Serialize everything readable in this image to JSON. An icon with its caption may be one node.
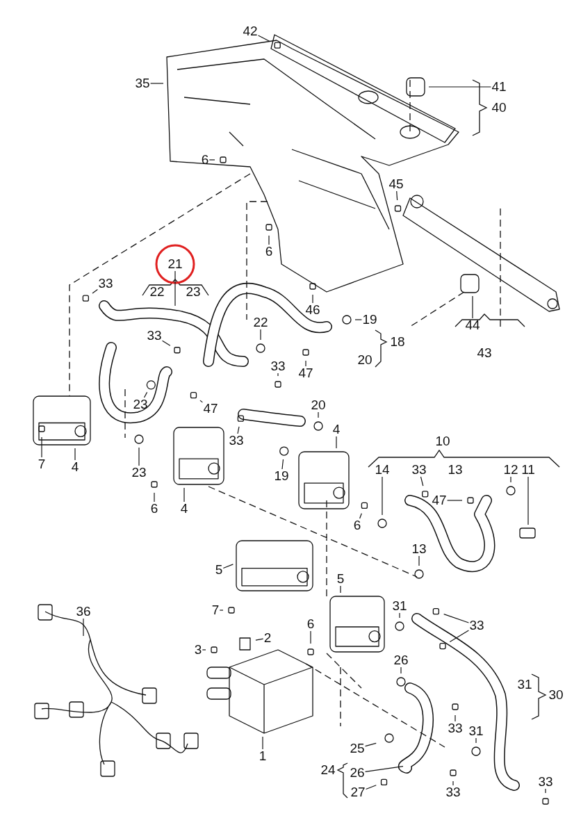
{
  "diagram": {
    "nodes": [
      {
        "text": [
          "42"
        ]
      },
      {
        "text": [
          "35"
        ]
      },
      {
        "text": [
          "41"
        ]
      },
      {
        "text": [
          "6"
        ]
      },
      {
        "text": [
          "45"
        ]
      },
      {
        "text": [
          "6"
        ]
      },
      {
        "text": [
          "21"
        ]
      },
      {
        "text": [
          "33"
        ]
      },
      {
        "text": [
          "46"
        ]
      },
      {
        "text": [
          "19"
        ]
      },
      {
        "text": [
          "22"
        ]
      },
      {
        "text": [
          "33"
        ]
      },
      {
        "text": [
          "47"
        ]
      },
      {
        "text": [
          "44"
        ]
      },
      {
        "text": [
          "33"
        ]
      },
      {
        "text": [
          "23"
        ]
      },
      {
        "text": [
          "47"
        ]
      },
      {
        "text": [
          "20"
        ]
      },
      {
        "text": [
          "33"
        ]
      },
      {
        "text": [
          "7"
        ]
      },
      {
        "text": [
          "4"
        ]
      },
      {
        "text": [
          "23"
        ]
      },
      {
        "text": [
          "19"
        ]
      },
      {
        "text": [
          "4"
        ]
      },
      {
        "text": [
          "33"
        ]
      },
      {
        "text": [
          "6"
        ]
      },
      {
        "text": [
          "4"
        ]
      },
      {
        "text": [
          "14"
        ]
      },
      {
        "text": [
          "12"
        ]
      },
      {
        "text": [
          "11"
        ]
      },
      {
        "text": [
          "47"
        ]
      },
      {
        "text": [
          "6"
        ]
      },
      {
        "text": [
          "13"
        ]
      },
      {
        "text": [
          "5"
        ]
      },
      {
        "text": [
          "36"
        ]
      },
      {
        "text": [
          "5"
        ]
      },
      {
        "text": [
          "31"
        ]
      },
      {
        "text": [
          "7"
        ]
      },
      {
        "text": [
          "33"
        ]
      },
      {
        "text": [
          "6"
        ]
      },
      {
        "text": [
          "2"
        ]
      },
      {
        "text": [
          "3"
        ]
      },
      {
        "text": [
          "26"
        ]
      },
      {
        "text": [
          "33"
        ]
      },
      {
        "text": [
          "31"
        ]
      },
      {
        "text": [
          "25"
        ]
      },
      {
        "text": [
          "1"
        ]
      },
      {
        "text": [
          "26"
        ]
      },
      {
        "text": [
          "27"
        ]
      },
      {
        "text": [
          "33"
        ]
      },
      {
        "text": [
          "33"
        ]
      }
    ],
    "edges": [
      {
        "from": 0,
        "to": null,
        "arrow": "none"
      },
      {
        "from": 1,
        "to": null,
        "arrow": "none"
      },
      {
        "from": 2,
        "to": null,
        "arrow": "none"
      },
      {
        "from": 3,
        "to": null,
        "arrow": "none"
      },
      {
        "from": 4,
        "to": null,
        "arrow": "none"
      },
      {
        "from": 5,
        "to": null,
        "arrow": "none"
      },
      {
        "from": 6,
        "to": null,
        "arrow": "none"
      },
      {
        "from": 7,
        "to": null,
        "arrow": "none"
      },
      {
        "from": 8,
        "to": null,
        "arrow": "none"
      },
      {
        "from": 9,
        "to": null,
        "arrow": "none"
      },
      {
        "from": 10,
        "to": null,
        "arrow": "none"
      },
      {
        "from": 11,
        "to": null,
        "arrow": "none"
      },
      {
        "from": 12,
        "to": null,
        "arrow": "none"
      },
      {
        "from": 13,
        "to": null,
        "arrow": "none"
      },
      {
        "from": 14,
        "to": null,
        "arrow": "none"
      },
      {
        "from": 15,
        "to": null,
        "arrow": "none"
      },
      {
        "from": 16,
        "to": null,
        "arrow": "none"
      },
      {
        "from": 17,
        "to": null,
        "arrow": "none"
      },
      {
        "from": 18,
        "to": null,
        "arrow": "none"
      },
      {
        "from": 19,
        "to": null,
        "arrow": "none"
      },
      {
        "from": 20,
        "to": null,
        "arrow": "none"
      },
      {
        "from": 21,
        "to": null,
        "arrow": "none"
      },
      {
        "from": 22,
        "to": null,
        "arrow": "none"
      },
      {
        "from": 23,
        "to": null,
        "arrow": "none"
      },
      {
        "from": 24,
        "to": null,
        "arrow": "none"
      },
      {
        "from": 25,
        "to": null,
        "arrow": "none"
      },
      {
        "from": 26,
        "to": null,
        "arrow": "none"
      },
      {
        "from": 27,
        "to": null,
        "arrow": "none"
      },
      {
        "from": 28,
        "to": null,
        "arrow": "none"
      },
      {
        "from": 29,
        "to": null,
        "arrow": "none"
      },
      {
        "from": 30,
        "to": null,
        "arrow": "none"
      },
      {
        "from": 31,
        "to": null,
        "arrow": "none"
      },
      {
        "from": 32,
        "to": null,
        "arrow": "none"
      },
      {
        "from": 33,
        "to": null,
        "arrow": "none"
      },
      {
        "from": 34,
        "to": null,
        "arrow": "none"
      },
      {
        "from": 35,
        "to": null,
        "arrow": "none"
      },
      {
        "from": 36,
        "to": null,
        "arrow": "none"
      },
      {
        "from": 37,
        "to": null,
        "arrow": "none"
      },
      {
        "from": 38,
        "to": null,
        "arrow": "none"
      },
      {
        "from": 38,
        "to": null,
        "arrow": "none"
      },
      {
        "from": 39,
        "to": null,
        "arrow": "none"
      },
      {
        "from": 40,
        "to": null,
        "arrow": "none"
      },
      {
        "from": 41,
        "to": null,
        "arrow": "none"
      },
      {
        "from": 42,
        "to": null,
        "arrow": "none"
      },
      {
        "from": 43,
        "to": null,
        "arrow": "none"
      },
      {
        "from": 44,
        "to": null,
        "arrow": "none"
      },
      {
        "from": 45,
        "to": null,
        "arrow": "none"
      },
      {
        "from": 46,
        "to": null,
        "arrow": "none"
      },
      {
        "from": 47,
        "to": null,
        "arrow": "none"
      },
      {
        "from": 48,
        "to": null,
        "arrow": "none"
      },
      {
        "from": 49,
        "to": null,
        "arrow": "none"
      },
      {
        "from": 50,
        "to": null,
        "arrow": "none"
      }
    ],
    "labels": [
      "40",
      "22",
      "23",
      "18",
      "43",
      "20",
      "10",
      "13",
      "31",
      "30",
      "24"
    ]
  }
}
